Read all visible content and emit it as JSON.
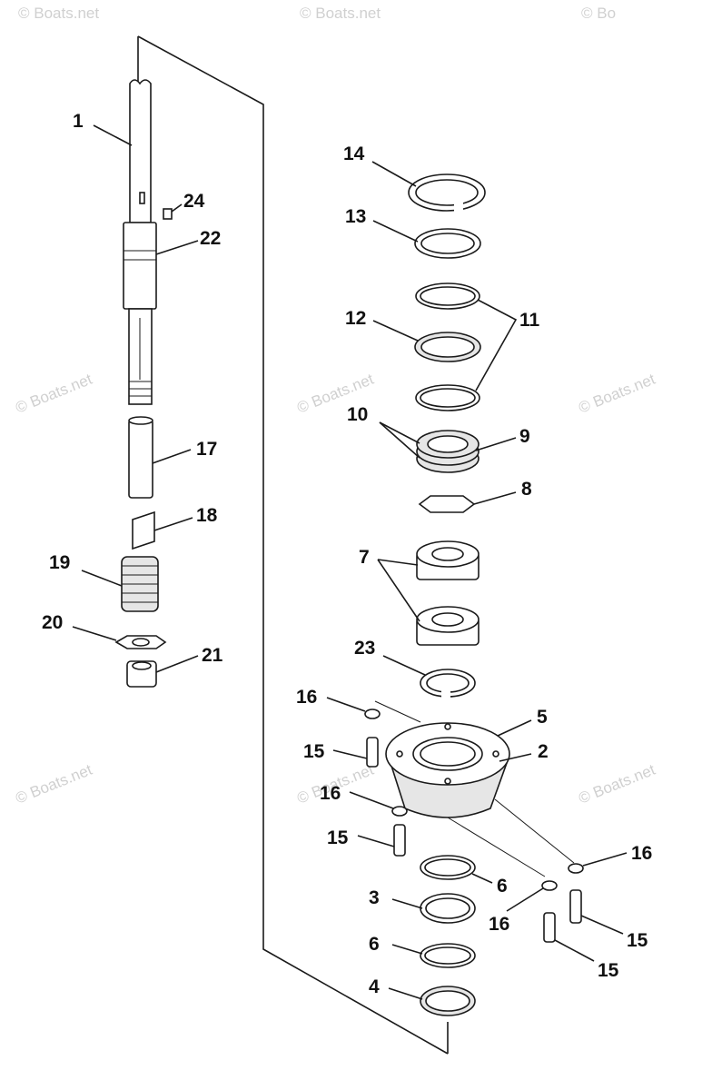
{
  "watermarks": [
    "© Boats.net",
    "© Boats.net",
    "© Bo",
    "© Boats.net",
    "© Boats.net",
    "© Boats.net",
    "© Boats.net",
    "© Boats.net",
    "© Boats.net"
  ],
  "callouts": [
    "1",
    "24",
    "22",
    "17",
    "18",
    "19",
    "20",
    "21",
    "14",
    "13",
    "11",
    "12",
    "10",
    "9",
    "8",
    "7",
    "23",
    "16",
    "5",
    "2",
    "15",
    "16",
    "15",
    "16",
    "6",
    "3",
    "16",
    "15",
    "6",
    "15",
    "4"
  ]
}
